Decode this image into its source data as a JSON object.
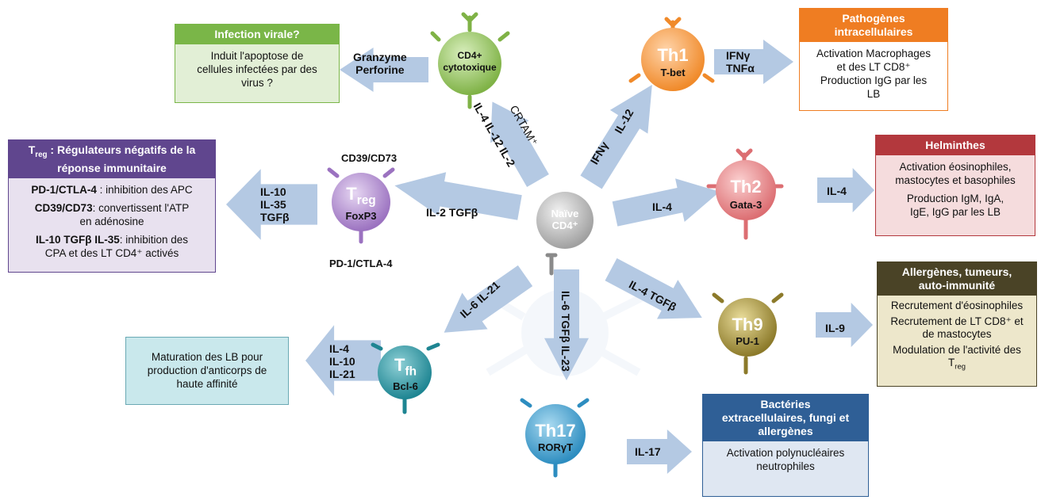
{
  "cells": {
    "naive": {
      "line1": "Naïve",
      "line2": "CD4⁺"
    },
    "cd4cyto": {
      "line1": "CD4+",
      "line2": "cytotoxique"
    },
    "th1": {
      "name": "Th1",
      "tf": "T-bet"
    },
    "th2": {
      "name": "Th2",
      "tf": "Gata-3"
    },
    "th9": {
      "name": "Th9",
      "tf": "PU-1"
    },
    "th17": {
      "name": "Th17",
      "tf": "RORγT"
    },
    "tfh": {
      "name": "T",
      "sub": "fh",
      "tf": "Bcl-6"
    },
    "treg": {
      "name": "T",
      "sub": "reg",
      "tf": "FoxP3",
      "top": "CD39/CD73",
      "bottom": "PD-1/CTLA-4"
    }
  },
  "arrows": {
    "cd4cyto_in": "IL-4 IL-12 IL-2",
    "cd4cyto_crtam": "CRTAM⁺",
    "th1_in_a": "IFNγ",
    "th1_in_b": "IL-12",
    "th2_in": "IL-4",
    "th9_in": "IL-4  TGFβ",
    "th17_in": "IL-6 TGFβ IL-23",
    "tfh_in": "IL-6  IL-21",
    "treg_in": "IL-2   TGFβ",
    "cyto_out": [
      "Granzyme",
      "Perforine"
    ],
    "th1_out": [
      "IFNγ",
      "TNFα"
    ],
    "th2_out": "IL-4",
    "th9_out": "IL-9",
    "th17_out": "IL-17",
    "tfh_out": [
      "IL-4",
      "IL-10",
      "IL-21"
    ],
    "treg_out": [
      "IL-10",
      "IL-35",
      "TGFβ"
    ]
  },
  "boxes": {
    "viral": {
      "title": "Infection virale?",
      "lines": [
        "Induit l'apoptose de",
        "cellules infectées par des",
        "virus ?"
      ]
    },
    "patho": {
      "title": [
        "Pathogènes",
        "intracellulaires"
      ],
      "lines": [
        "Activation Macrophages",
        "et des LT CD8⁺",
        "Production IgG par les",
        "LB"
      ]
    },
    "helm": {
      "title": "Helminthes",
      "p1": [
        "Activation éosinophiles,",
        "mastocytes et basophiles"
      ],
      "p2": [
        "Production IgM, IgA,",
        "IgE, IgG par les LB"
      ]
    },
    "allerg": {
      "title": [
        "Allergènes, tumeurs,",
        "auto-immunité"
      ],
      "p1": "Recrutement d'éosinophiles",
      "p2": [
        "Recrutement de LT CD8⁺ et",
        "de mastocytes"
      ],
      "p3": [
        "Modulation de l'activité des",
        "T"
      ],
      "p3_sub": "reg"
    },
    "bact": {
      "title": [
        "Bactéries",
        "extracellulaires, fungi et",
        "allergènes"
      ],
      "lines": [
        "Activation polynucléaires",
        "neutrophiles"
      ]
    },
    "treg": {
      "title_t": "T",
      "title_sub": "reg",
      "title_rest": " : Régulateurs négatifs de la",
      "title_line2": "réponse immunitaire",
      "p1_b": "PD-1/CTLA-4",
      "p1_r": " : inhibition des APC",
      "p2_b": "CD39/CD73",
      "p2_r": ": convertissent l'ATP",
      "p2_l2": "en adénosine",
      "p3_b": "IL-10 TGFβ IL-35",
      "p3_r": ": inhibition des",
      "p3_l2": "CPA et des LT CD4⁺ activés"
    },
    "tfh": {
      "lines": [
        "Maturation des LB pour",
        "production d'anticorps de",
        "haute affinité"
      ]
    }
  },
  "colors": {
    "arrow": "#b4c9e3",
    "viral_head": "#7ab648",
    "viral_bg": "#e2efd6",
    "patho_head": "#ef7d22",
    "patho_border": "#ef7d22",
    "helm_head": "#b3383d",
    "helm_bg": "#f5dcdd",
    "allerg_head": "#4a4326",
    "allerg_bg": "#ede7cb",
    "bact_head": "#2f5f96",
    "bact_bg": "#dfe7f2",
    "treg_head": "#60468e",
    "treg_bg": "#e8e1ef",
    "tfh_bg": "#c9e8ec"
  }
}
